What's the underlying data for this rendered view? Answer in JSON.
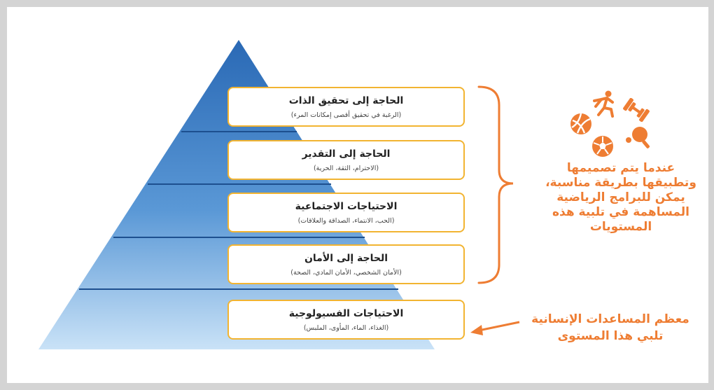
{
  "pyramid": {
    "levels": [
      {
        "title": "الحاجة إلى تحقيق الذات",
        "subtitle": "(الرغبة في تحقيق أقصى إمكانات المرء)"
      },
      {
        "title": "الحاجة إلى التقدير",
        "subtitle": "(الاحترام، الثقة، الحرية)"
      },
      {
        "title": "الاحتياجات الاجتماعية",
        "subtitle": "(الحب، الانتماء، الصداقة والعلاقات)"
      },
      {
        "title": "الحاجة إلى الأمان",
        "subtitle": "(الأمان الشخصي، الأمان المادي، الصحة)"
      },
      {
        "title": "الاحتياجات الفسيولوجية",
        "subtitle": "(الغذاء، الماء، المأوى، الملبس)"
      }
    ]
  },
  "notes": {
    "upper": [
      "عندما يتم تصميمها",
      "وتطبيقها بطريقة مناسبة،",
      "يمكن للبرامج الرياضية",
      "المساهمة في تلبية هذه",
      "المستويات"
    ],
    "lower": [
      "معظم المساعدات الإنسانية",
      "تلبي هذا المستوى"
    ]
  },
  "icons": [
    "volleyball-icon",
    "runner-icon",
    "dumbbell-icon",
    "soccer-ball-icon",
    "table-tennis-icon"
  ],
  "colors": {
    "accent": "#ee7d33",
    "box_border": "#f2b431",
    "pyramid_top": "#2a69b5",
    "pyramid_bottom": "#c9e2f7"
  }
}
